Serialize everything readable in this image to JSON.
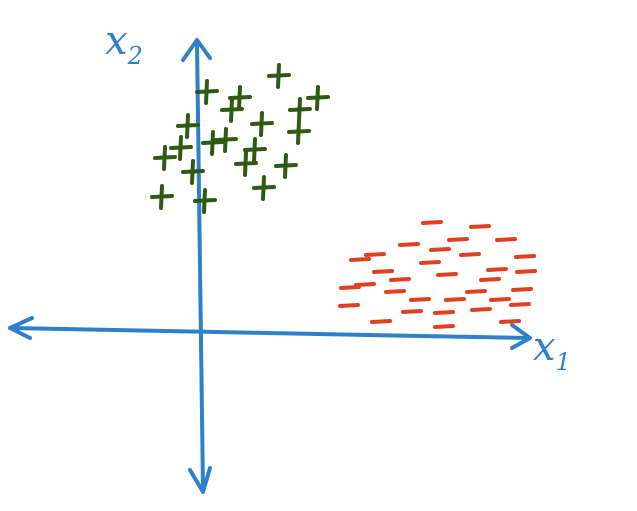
{
  "axes": {
    "x_label": "x",
    "x_sub": "1",
    "y_label": "x",
    "y_sub": "2",
    "color": "#2e80c9"
  },
  "classes": {
    "positive": {
      "symbol": "+",
      "color": "#2f5a13",
      "count": 20
    },
    "negative": {
      "symbol": "−",
      "color": "#e0401f",
      "count": 33
    }
  }
}
